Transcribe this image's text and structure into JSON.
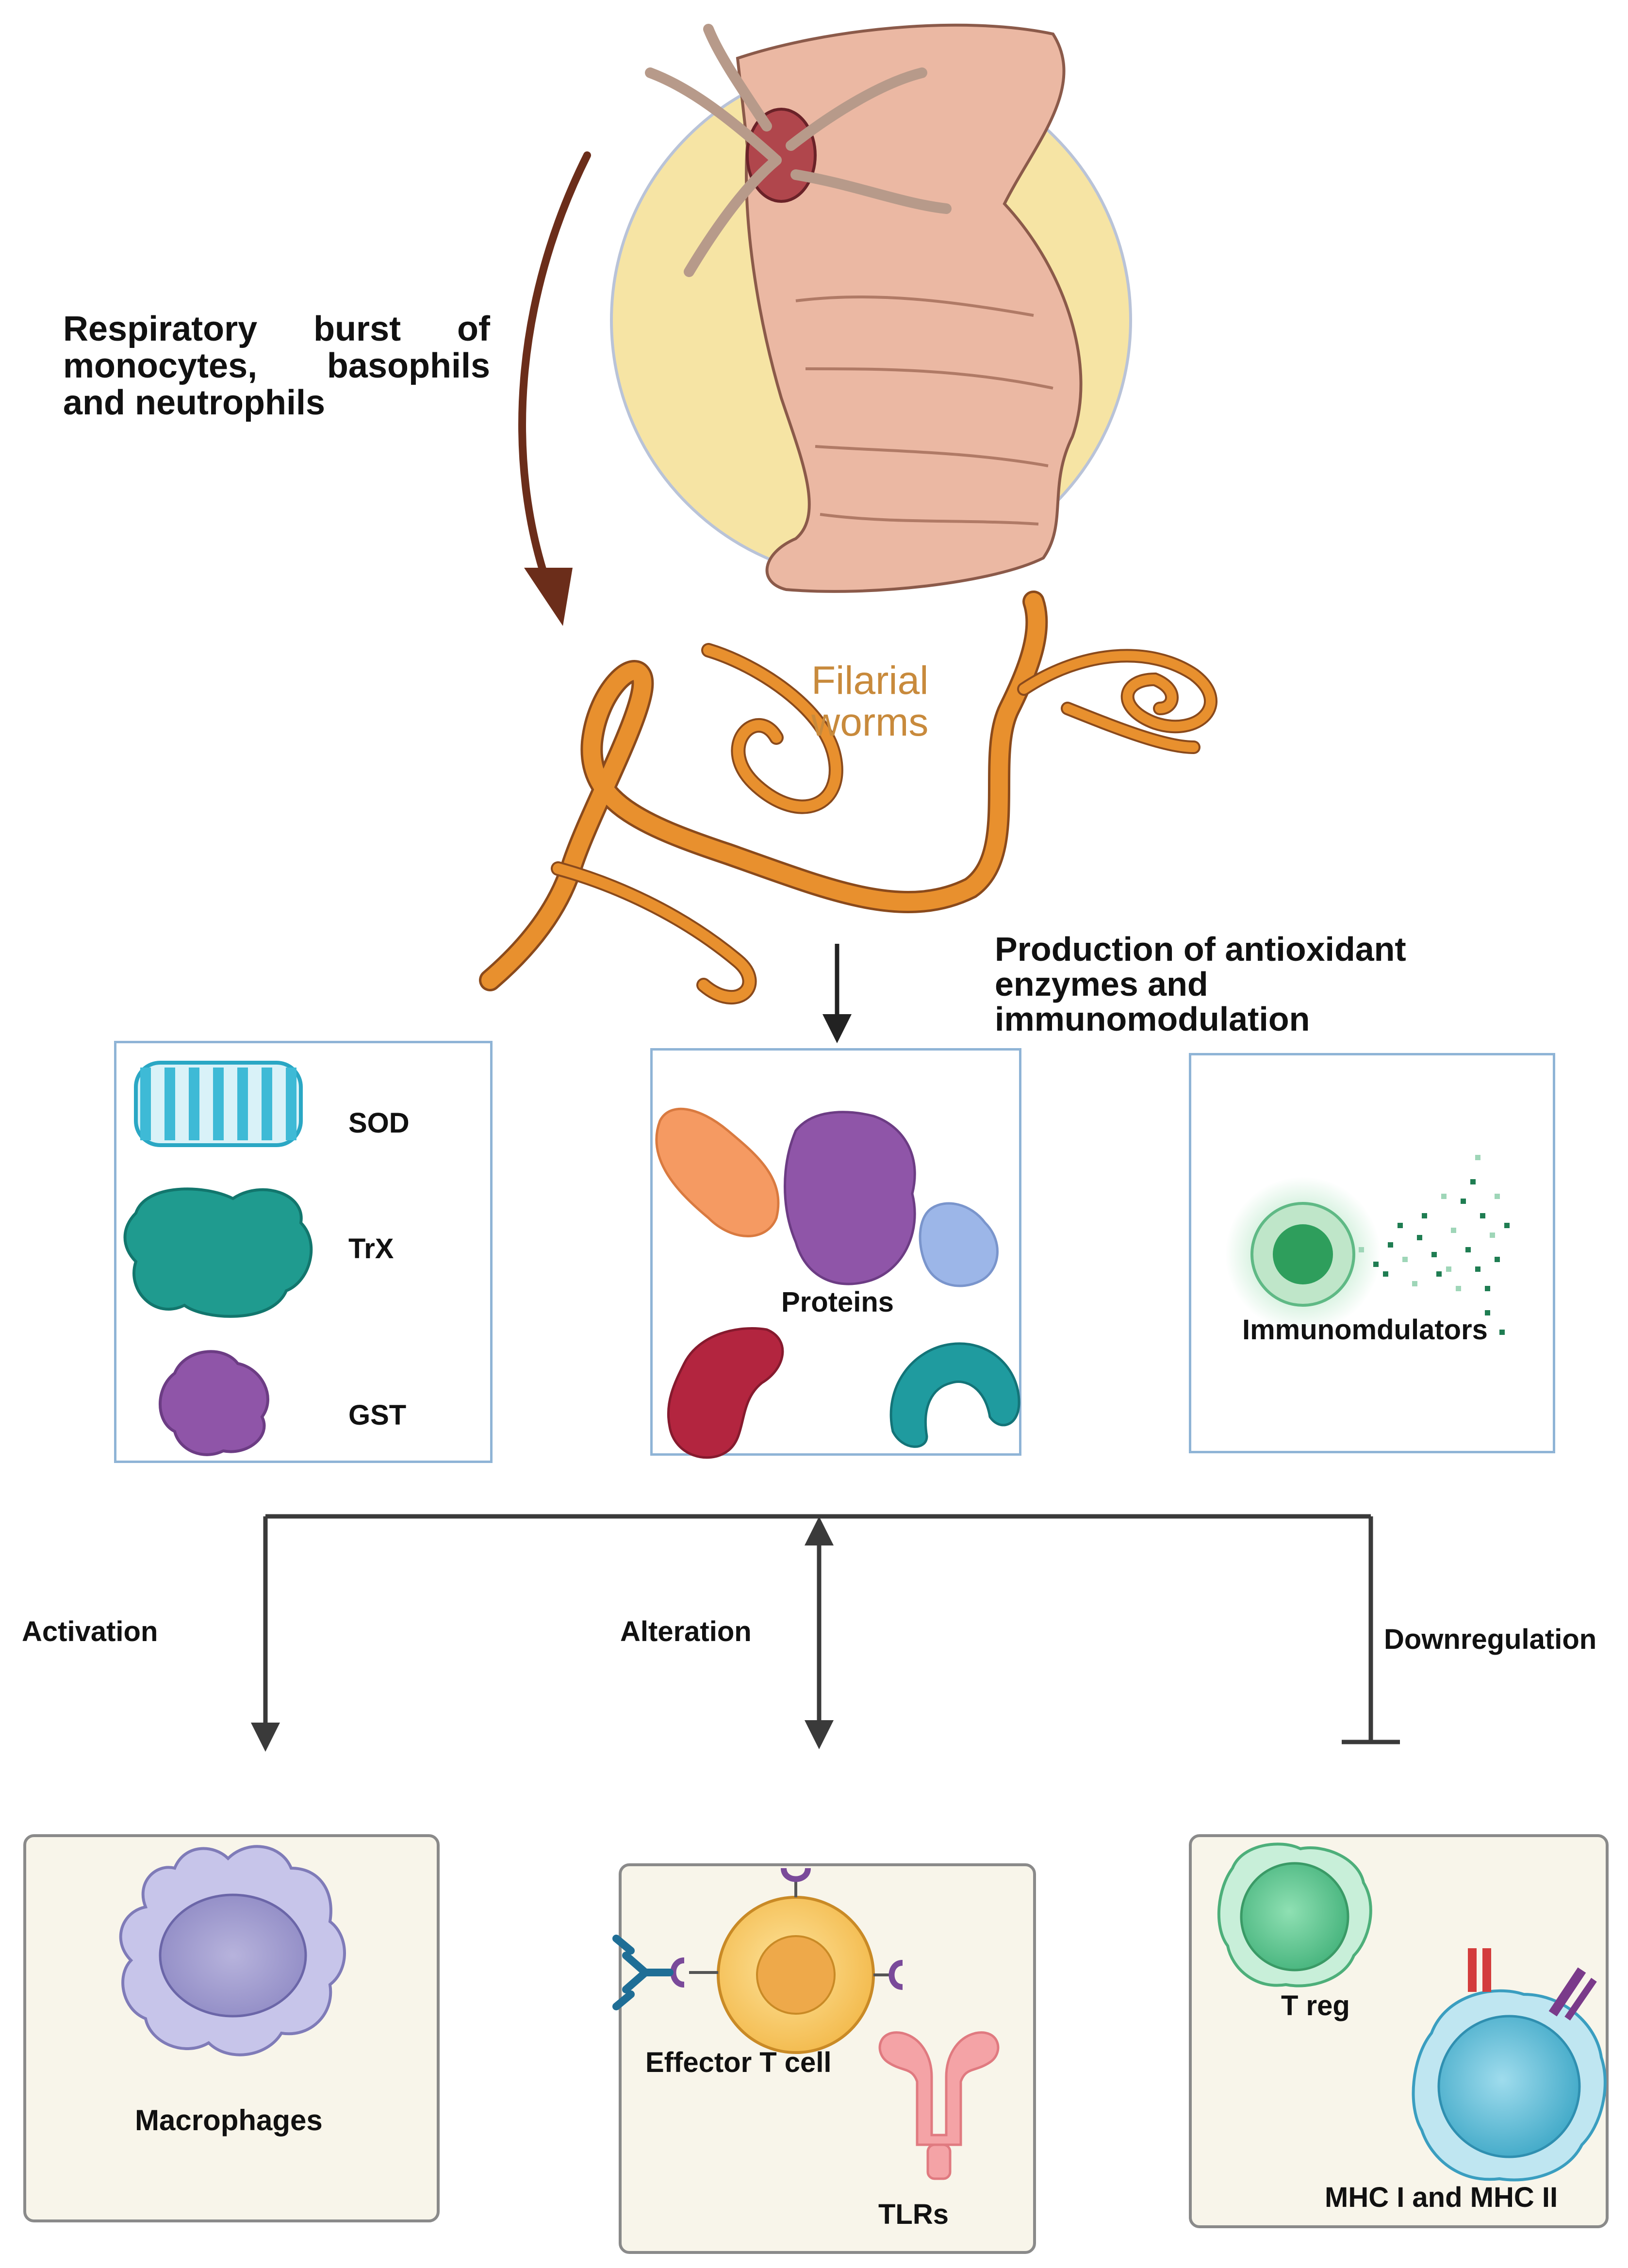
{
  "intro_label": "Respiratory burst of monocytes, basophils and neutrophils",
  "worms_label": [
    "Filarial",
    "worms"
  ],
  "production_label": [
    "Production of antioxidant",
    "enzymes and",
    "immunomodulation"
  ],
  "enzymes": [
    "SOD",
    "TrX",
    "GST"
  ],
  "proteins_label": "Proteins",
  "immunomodulators_label": "Immunomdulators",
  "branches": {
    "left": "Activation",
    "middle": "Alteration",
    "right": "Downregulation"
  },
  "cells": {
    "macrophages": "Macrophages",
    "effector": "Effector T cell",
    "tlrs": "TLRs",
    "treg": "T reg",
    "mhc": "MHC I and MHC II"
  },
  "colors": {
    "arrow_brown": "#6b2d1a",
    "worm_orange": "#e8902e",
    "worm_label": "#c88a3c",
    "box_border_blue": "#8fb4d6",
    "sun_yellow": "#f6e4a4"
  }
}
